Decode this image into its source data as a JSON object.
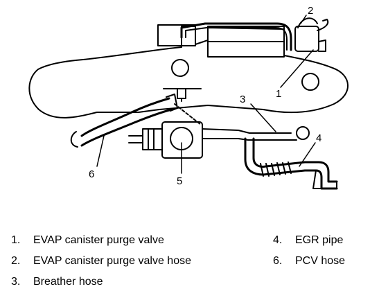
{
  "diagram": {
    "callouts": {
      "c1": "1",
      "c2": "2",
      "c3": "3",
      "c4": "4",
      "c5": "5",
      "c6": "6"
    }
  },
  "legend": {
    "items": [
      {
        "num": "1.",
        "label": "EVAP canister purge valve"
      },
      {
        "num": "2.",
        "label": "EVAP canister purge valve hose"
      },
      {
        "num": "3.",
        "label": "Breather hose"
      },
      {
        "num": "4.",
        "label": "EGR pipe"
      },
      {
        "num": "6.",
        "label": "PCV hose"
      }
    ]
  },
  "colors": {
    "ink": "#000000",
    "paper": "#ffffff"
  }
}
